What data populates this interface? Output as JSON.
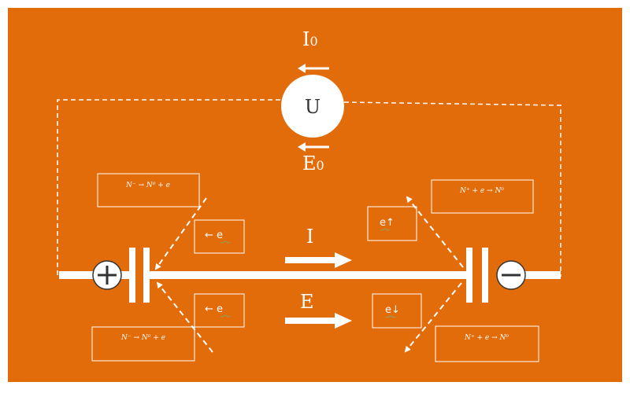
{
  "colors": {
    "background": "#E36C0A",
    "foreground": "#FFFFFF",
    "squiggle": "#8FA05A"
  },
  "source": {
    "symbol": "U",
    "current_label": "I",
    "current_sub": "0",
    "field_label": "E",
    "field_sub": "0"
  },
  "main_line": {
    "current_label": "I",
    "field_label": "E"
  },
  "electrodes": {
    "positive_symbol": "+",
    "negative_symbol": "−"
  },
  "reactions": {
    "left_top": "N⁻ → N⁰ + e",
    "left_bottom": "N⁻ → N⁰ + e",
    "right_top": "N⁺ + e → N⁰",
    "right_bottom": "N⁺ + e → N⁰"
  },
  "electron_labels": {
    "left_top": "← e",
    "left_bottom": "← e",
    "right_top": "e↑",
    "right_bottom": "e↓"
  }
}
